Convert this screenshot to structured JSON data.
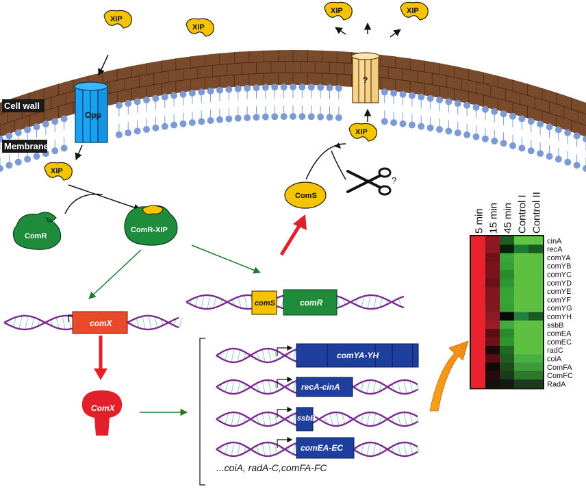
{
  "labels": {
    "cell_wall": "Cell wall",
    "membrane": "Membrane",
    "opp": "Opp",
    "xip": "XIP",
    "transporter": "?",
    "scissors_q": "?",
    "coms_protein": "ComS",
    "comr_protein": "ComR",
    "comr_xip": "ComR-XIP",
    "comx_gene": "comX",
    "comx_protein": "ComX",
    "coms_gene": "comS",
    "comr_gene": "comR",
    "genes": [
      "comYA-YH",
      "recA-cinA",
      "ssbB",
      "comEA-EC"
    ],
    "other_genes": "...coiA, radA-C,comFA-FC"
  },
  "heatmap": {
    "columns": [
      "5 min",
      "15 min",
      "45 min",
      "Control I",
      "Control II"
    ],
    "rows": [
      "cinA",
      "recA",
      "comYA",
      "comYB",
      "comYC",
      "comYD",
      "comYE",
      "comYF",
      "comYG",
      "comYH",
      "ssbB",
      "comEA",
      "comEC",
      "radC",
      "coiA",
      "ComFA",
      "ComFC",
      "RadA"
    ],
    "colors": [
      [
        "#e8222e",
        "#8e1822",
        "#1e5e22",
        "#62c444",
        "#62c444"
      ],
      [
        "#e8222e",
        "#8e1822",
        "#0c1e0c",
        "#1a7a30",
        "#1a5a1e"
      ],
      [
        "#e8222e",
        "#6e1218",
        "#3aa53a",
        "#5ec040",
        "#5ec040"
      ],
      [
        "#e8222e",
        "#7a141c",
        "#33a035",
        "#5ec040",
        "#5ec040"
      ],
      [
        "#e8222e",
        "#781420",
        "#2a8a2c",
        "#5ec040",
        "#5ec040"
      ],
      [
        "#e8222e",
        "#6a1018",
        "#2e962e",
        "#5ec040",
        "#5ec040"
      ],
      [
        "#e8222e",
        "#821620",
        "#36a236",
        "#5ec040",
        "#5ec040"
      ],
      [
        "#e8222e",
        "#7c1620",
        "#38a438",
        "#5ec040",
        "#5ec040"
      ],
      [
        "#e8222e",
        "#801822",
        "#35a035",
        "#5ec040",
        "#5ec040"
      ],
      [
        "#e8222e",
        "#8a1a24",
        "#0a0a0a",
        "#22803a",
        "#1a5a22"
      ],
      [
        "#e8222e",
        "#9a1c26",
        "#40aa40",
        "#5ec040",
        "#5ec040"
      ],
      [
        "#e8222e",
        "#5a0e14",
        "#2a8a2c",
        "#5ec040",
        "#5ec040"
      ],
      [
        "#e8222e",
        "#6e1218",
        "#2e962e",
        "#5ec040",
        "#5ec040"
      ],
      [
        "#e8222e",
        "#1a0a0a",
        "#1f6a24",
        "#5ec040",
        "#5ec040"
      ],
      [
        "#e8222e",
        "#5a0e14",
        "#245a26",
        "#48b040",
        "#48b040"
      ],
      [
        "#e8222e",
        "#120808",
        "#1e4a1e",
        "#3e9a36",
        "#3e9a36"
      ],
      [
        "#e8222e",
        "#280a0c",
        "#1a3a1a",
        "#2a7a2a",
        "#2a7a2a"
      ],
      [
        "#e8222e",
        "#141010",
        "#121a12",
        "#1a3a1a",
        "#1a3a1a"
      ]
    ]
  },
  "colors": {
    "xip": "#f5c400",
    "wall": "#7a4a2c",
    "lipid": "#7c9ad6",
    "opp": "#19a0f0",
    "transporter": "#f9d38c",
    "green_protein": "#1e8c3a",
    "red_protein": "#e8222e",
    "gene_blue": "#1f3f9e",
    "dna": "#7a2a8e",
    "arrow_green": "#1e7a2a",
    "arrow_red": "#e3202a"
  }
}
